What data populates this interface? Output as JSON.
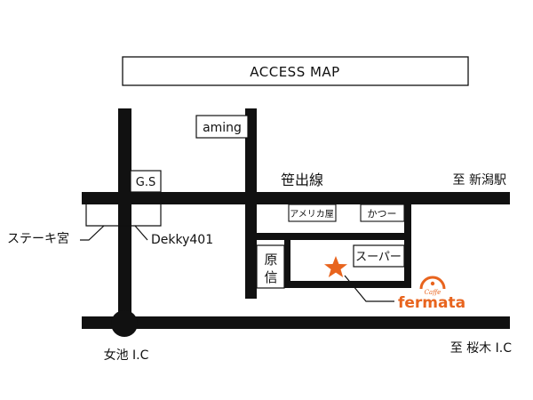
{
  "title": "ACCESS MAP",
  "roads": {
    "sasade_line": "笹出線",
    "to_niigata_station": "至 新潟駅",
    "to_sakuragi_ic": "至 桜木 I.C",
    "onnaike_ic": "女池 I.C"
  },
  "landmarks": {
    "aming": "aming",
    "gs": "G.S",
    "steak_house": "ステーキ宮",
    "dekky": "Dekky401",
    "america_ya": "アメリカ屋",
    "katsu": "かつー",
    "supermarket": "スーパー",
    "harashin_1": "原",
    "harashin_2": "信"
  },
  "destination": {
    "brand_sub": "Caffe",
    "brand_name": "fermata",
    "color": "#e8641e"
  },
  "colors": {
    "road": "#111111",
    "accent": "#e8641e"
  }
}
